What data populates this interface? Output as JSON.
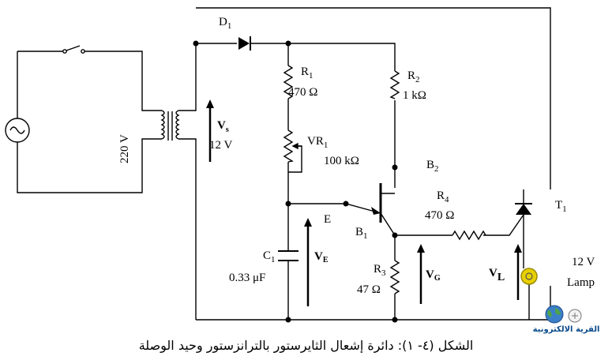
{
  "labels": {
    "d1": "D",
    "d1_sub": "1",
    "r1": "R",
    "r1_sub": "1",
    "r1_val": "470 Ω",
    "r2": "R",
    "r2_sub": "2",
    "r2_val": "1 kΩ",
    "vr1": "VR",
    "vr1_sub": "1",
    "vr1_val": "100 kΩ",
    "b2": "B",
    "b2_sub": "2",
    "b1": "B",
    "b1_sub": "1",
    "e": "E",
    "r4": "R",
    "r4_sub": "4",
    "r4_val": "470 Ω",
    "t1": "T",
    "t1_sub": "1",
    "c1": "C",
    "c1_sub": "1",
    "c1_val": "0.33 μF",
    "r3": "R",
    "r3_sub": "3",
    "r3_val": "47 Ω",
    "vs": "V",
    "vs_sub": "s",
    "vs_val": "12 V",
    "ve": "V",
    "ve_sub": "E",
    "vg": "V",
    "vg_sub": "G",
    "vl": "V",
    "vl_sub": "L",
    "lamp_v": "12 V",
    "lamp": "Lamp",
    "mains": "220 V"
  },
  "caption": "الشكل (٤- ١): دائرة إشعال الثايرستور بالترانزستور وحيد الوصلة",
  "logo_text": "القرية الالكترونية",
  "colors": {
    "wire": "#000000",
    "lamp": "#d9c200"
  }
}
